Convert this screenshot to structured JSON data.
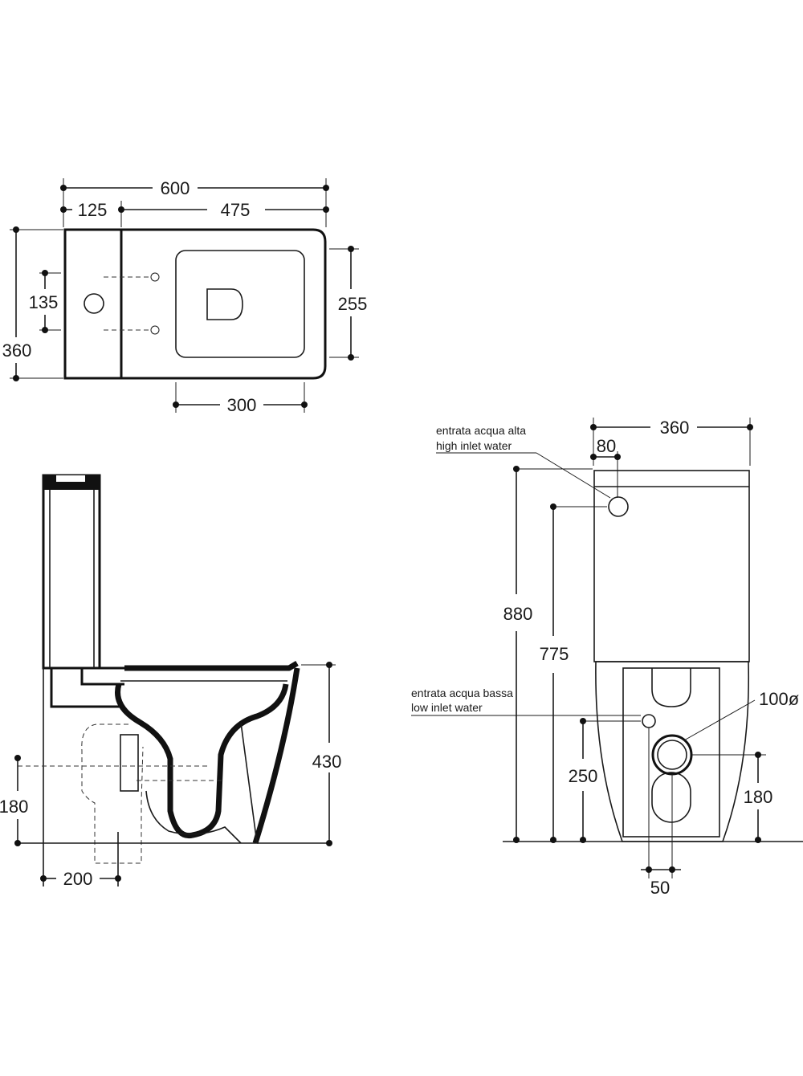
{
  "top_view": {
    "dim_total_width": "600",
    "dim_tank_depth": "125",
    "dim_bowl_length": "475",
    "dim_total_depth": "360",
    "dim_fixing_spacing": "135",
    "dim_seat_width": "255",
    "dim_seat_length": "300"
  },
  "side_view": {
    "dim_bowl_height": "430",
    "dim_outlet_height": "180",
    "dim_outlet_offset": "200"
  },
  "front_view": {
    "dim_tank_width": "360",
    "dim_high_inlet_offset": "80",
    "dim_total_height": "880",
    "dim_high_inlet_height": "775",
    "dim_low_inlet_height": "250",
    "dim_outlet_height": "180",
    "dim_low_inlet_offset": "50",
    "dim_outlet_diameter": "100ø",
    "label_high_inlet_it": "entrata acqua alta",
    "label_high_inlet_en": "high inlet water",
    "label_low_inlet_it": "entrata acqua bassa",
    "label_low_inlet_en": "low inlet water"
  }
}
